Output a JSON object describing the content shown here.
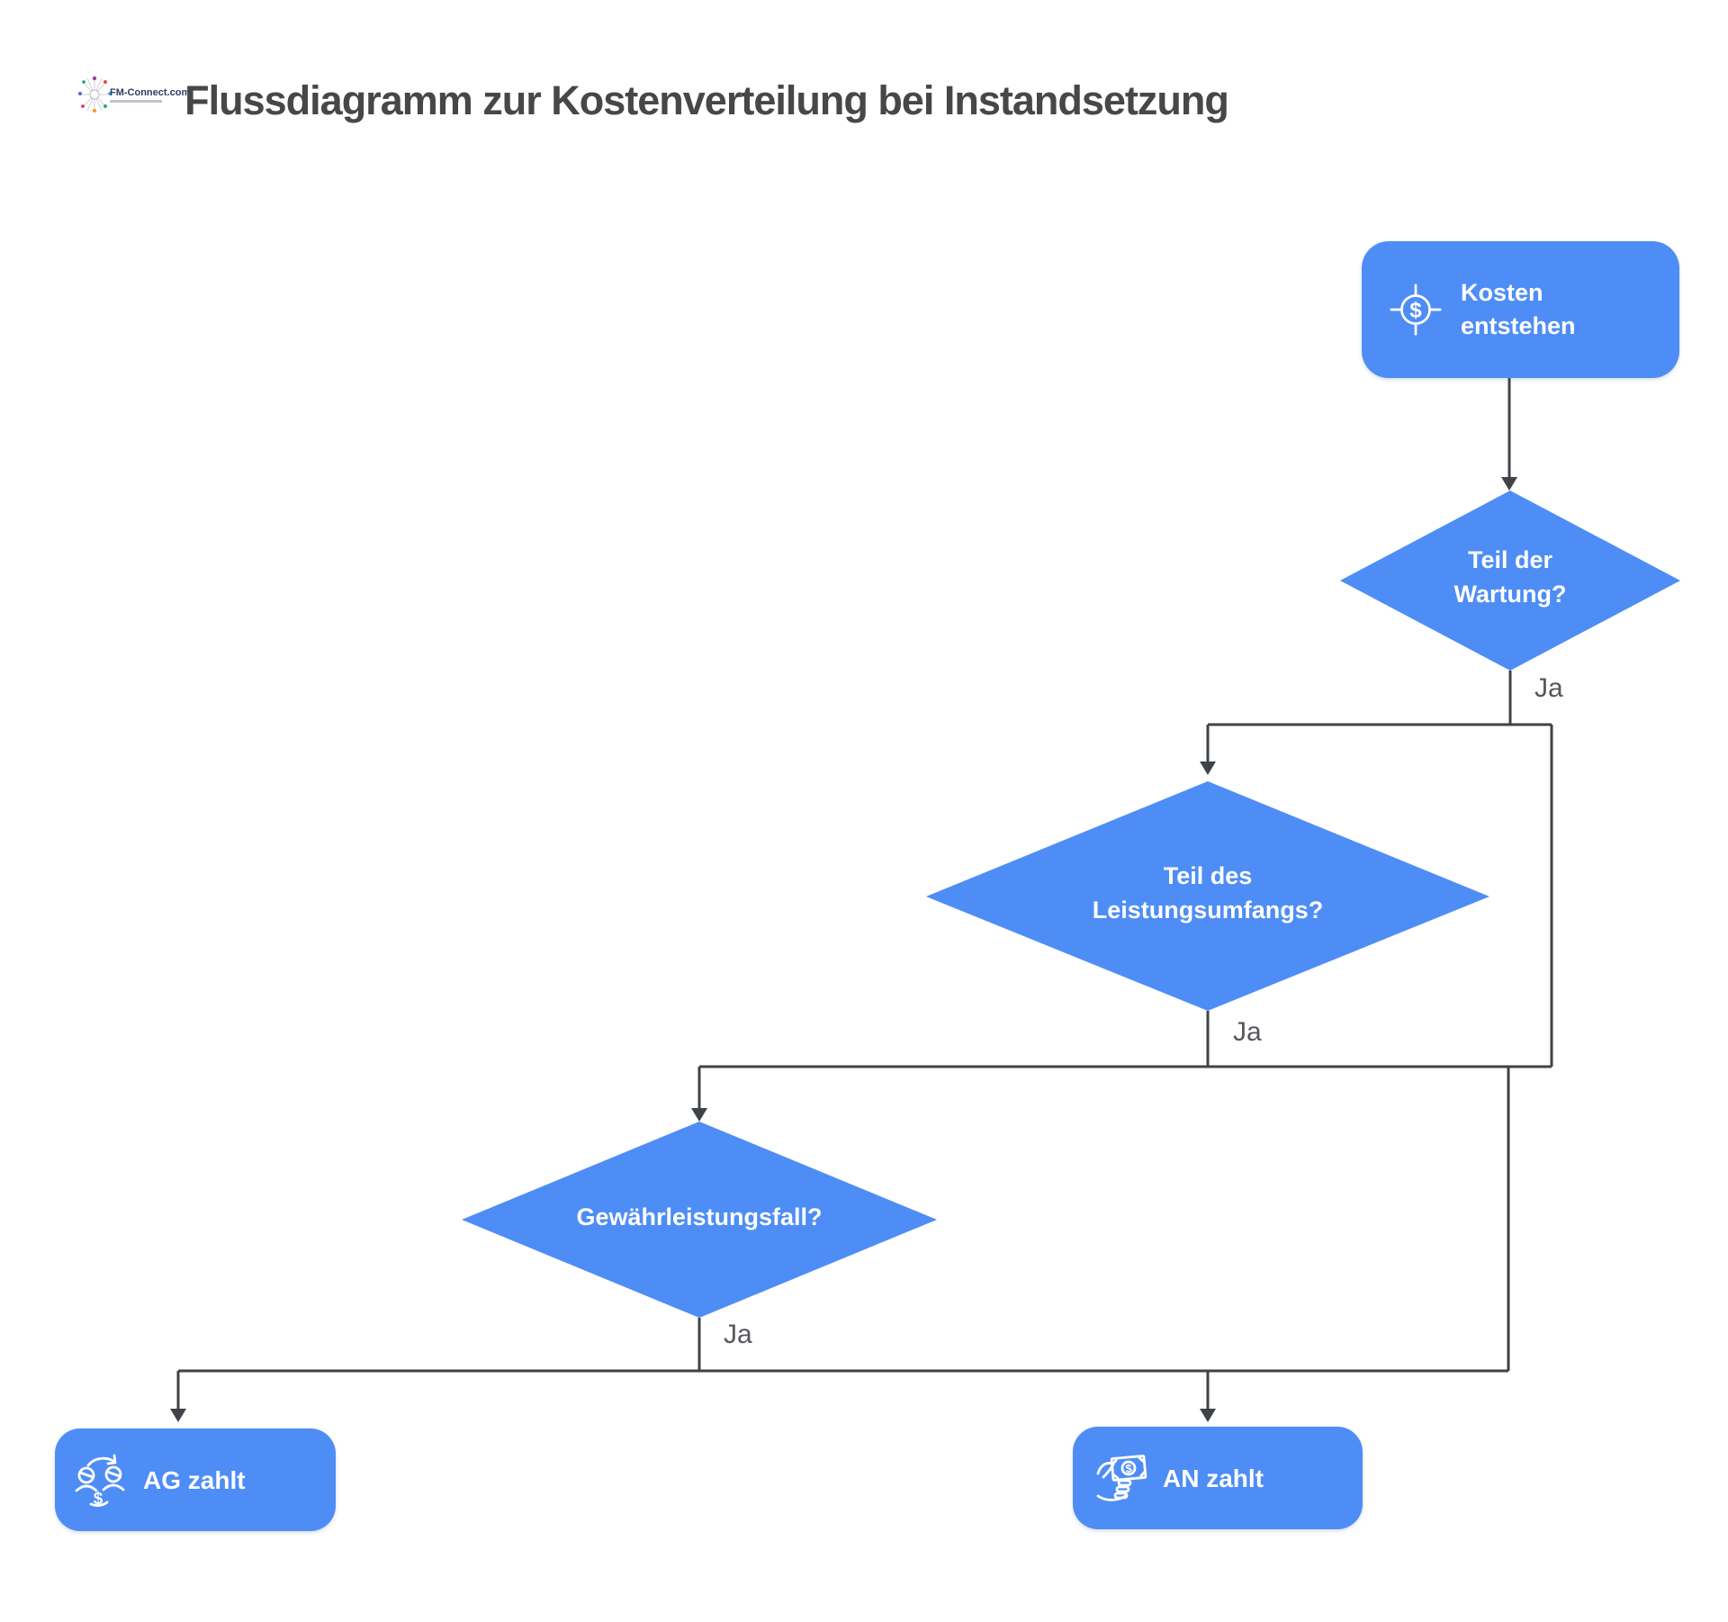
{
  "page": {
    "title": "Flussdiagramm zur Kostenverteilung bei Instandsetzung"
  },
  "logo": {
    "brand": "FM-Connect.com"
  },
  "flow": {
    "start": {
      "label": "Kosten\nentstehen",
      "icon": "dollar-target-icon"
    },
    "decisions": [
      {
        "id": "wartung",
        "label": "Teil der\nWartung?",
        "yes_label": "Ja"
      },
      {
        "id": "leistungsumfang",
        "label": "Teil des\nLeistungsumfangs?",
        "yes_label": "Ja"
      },
      {
        "id": "gewaehrleistung",
        "label": "Gewährleistungsfall?",
        "yes_label": "Ja"
      }
    ],
    "outcomes": [
      {
        "id": "ag",
        "label": "AG zahlt",
        "icon": "people-money-exchange-icon"
      },
      {
        "id": "an",
        "label": "AN zahlt",
        "icon": "hand-cash-icon"
      }
    ]
  },
  "icons": {
    "dollar": "$"
  },
  "colors": {
    "node_fill": "#4e8df6",
    "node_text": "#ffffff",
    "connector": "#3f4347",
    "title_text": "#474747",
    "ja_label": "#54585c",
    "background": "#ffffff"
  }
}
